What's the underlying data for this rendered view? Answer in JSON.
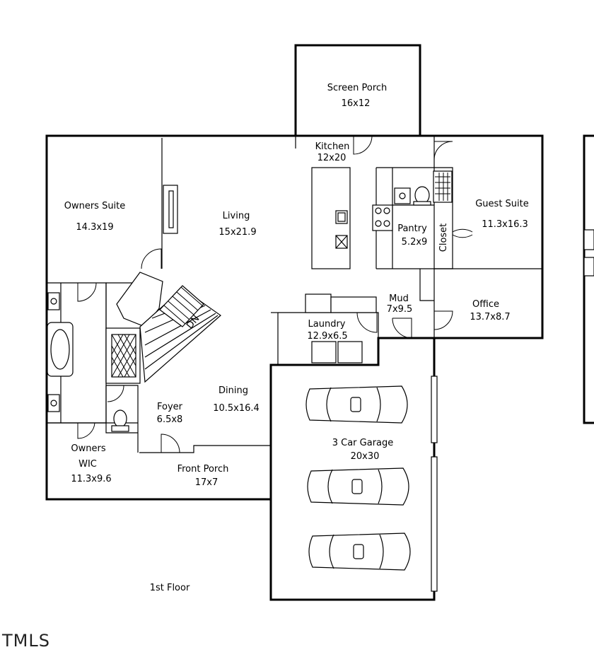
{
  "rooms": {
    "screen_porch": {
      "name": "Screen Porch",
      "size": "16x12"
    },
    "kitchen": {
      "name": "Kitchen",
      "size": "12x20"
    },
    "owners_suite": {
      "name": "Owners Suite",
      "size": "14.3x19"
    },
    "living": {
      "name": "Living",
      "size": "15x21.9"
    },
    "pantry": {
      "name": "Pantry",
      "size": "5.2x9"
    },
    "closet": {
      "name": "Closet"
    },
    "guest_suite": {
      "name": "Guest Suite",
      "size": "11.3x16.3"
    },
    "mud": {
      "name": "Mud",
      "size": "7x9.5"
    },
    "office": {
      "name": "Office",
      "size": "13.7x8.7"
    },
    "laundry": {
      "name": "Laundry",
      "size": "12.9x6.5"
    },
    "dining": {
      "name": "Dining",
      "size": "10.5x16.4"
    },
    "foyer": {
      "name": "Foyer",
      "size": "6.5x8"
    },
    "owners_wic": {
      "name": "Owners",
      "name2": "WIC",
      "size": "11.3x9.6"
    },
    "front_porch": {
      "name": "Front Porch",
      "size": "17x7"
    },
    "garage": {
      "name": "3 Car Garage",
      "size": "20x30"
    }
  },
  "stair_label": "DN",
  "floor_label": "1st Floor",
  "logo_text": "TMLS"
}
